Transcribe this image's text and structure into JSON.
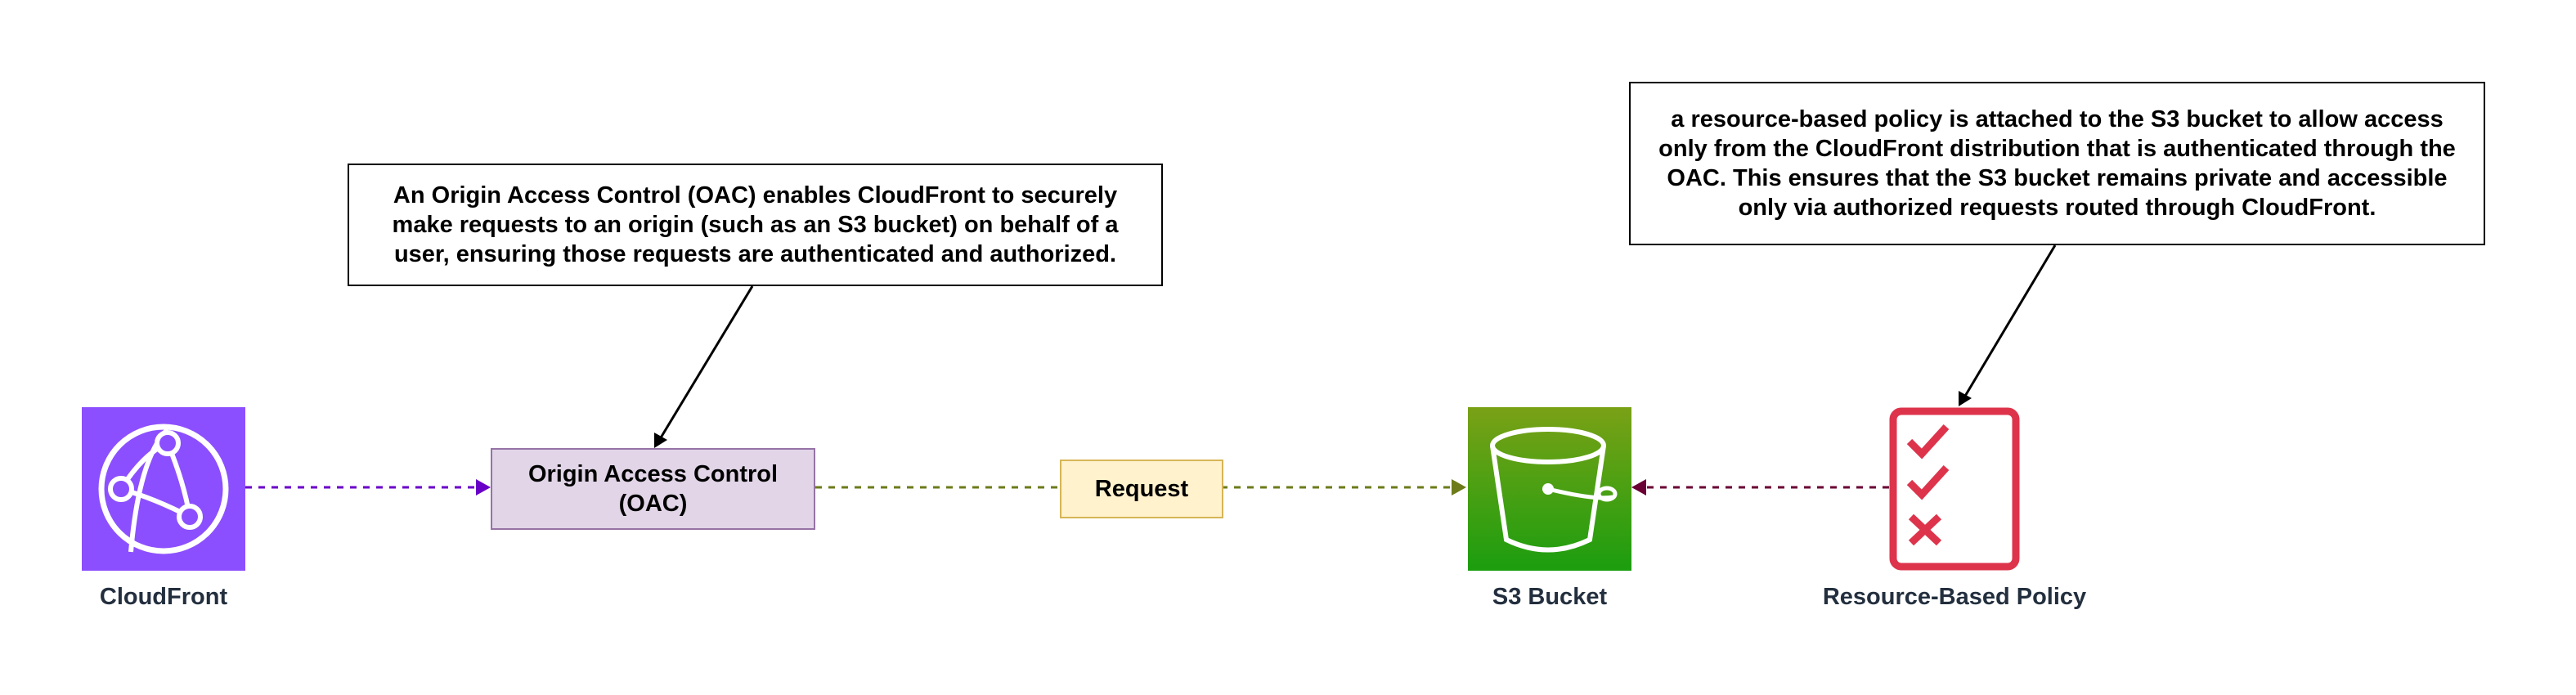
{
  "notes": {
    "oac": "An Origin Access Control (OAC) enables CloudFront to securely make requests to an origin (such as an S3 bucket) on behalf of a user, ensuring those requests are authenticated and authorized.",
    "policy": "a resource-based policy is attached to the S3 bucket to allow access only from the CloudFront distribution that is authenticated through the OAC. This ensures that the S3 bucket remains private and accessible only via authorized requests routed through CloudFront."
  },
  "nodes": {
    "cloudfront": {
      "label": "CloudFront",
      "icon": "cloudfront-icon",
      "color": "#8c4fff"
    },
    "oac": {
      "label": "Origin Access Control (OAC)",
      "fill": "#e1d5e7",
      "stroke": "#9673a6"
    },
    "request": {
      "label": "Request",
      "fill": "#fff2cc",
      "stroke": "#d6b656"
    },
    "s3": {
      "label": "S3 Bucket",
      "icon": "s3-bucket-icon",
      "color_top": "#7aa116",
      "color_bottom": "#1b9e0f"
    },
    "policy": {
      "label": "Resource-Based Policy",
      "icon": "policy-checklist-icon",
      "color": "#dd344c"
    }
  },
  "edges": {
    "cloudfront_to_oac": "#6a00c8",
    "oac_to_s3": "#6d7b1a",
    "policy_to_s3": "#6a0033"
  }
}
